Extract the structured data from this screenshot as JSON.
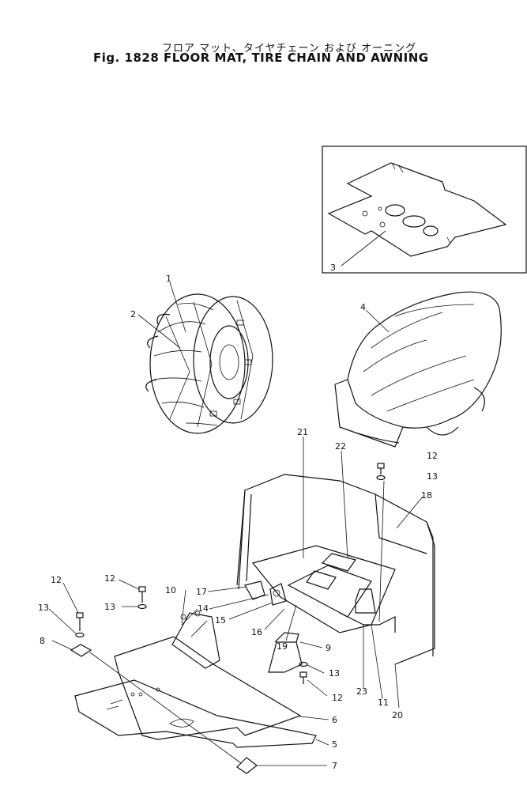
{
  "header": {
    "title_jp": "フロア マット、タイヤチェーン および オーニング",
    "title_en": "Fig. 1828  FLOOR MAT, TIRE CHAIN AND AWNING"
  },
  "callouts": {
    "c1": "1",
    "c2": "2",
    "c3": "3",
    "c4": "4",
    "c5": "5",
    "c6": "6",
    "c7": "7",
    "c8": "8",
    "c9": "9",
    "c10": "10",
    "c11": "11",
    "c12a": "12",
    "c12b": "12",
    "c12c": "12",
    "c12d": "12",
    "c13a": "13",
    "c13b": "13",
    "c13c": "13",
    "c13d": "13",
    "c14": "14",
    "c15": "15",
    "c16": "16",
    "c17": "17",
    "c18": "18",
    "c19": "19",
    "c20": "20",
    "c21": "21",
    "c22": "22",
    "c23": "23"
  }
}
